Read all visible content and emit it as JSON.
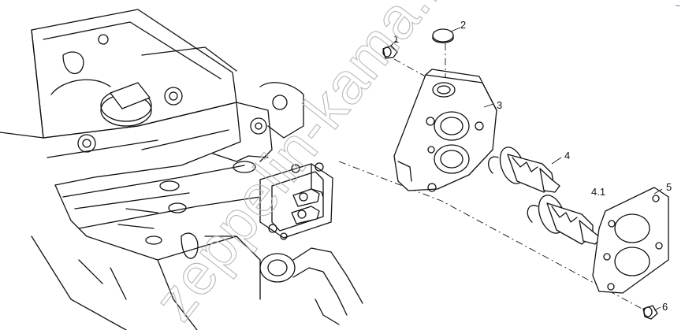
{
  "callouts": {
    "c1": "1",
    "c2": "2",
    "c3": "3",
    "c4": "4",
    "c41": "4.1",
    "c5": "5",
    "c6": "6"
  },
  "watermark": "zeppelin-kama.ru",
  "corner_mark": "~",
  "colors": {
    "line": "#111111",
    "watermark": "#b9b9b9",
    "corner_mark": "#1f4fd1"
  }
}
